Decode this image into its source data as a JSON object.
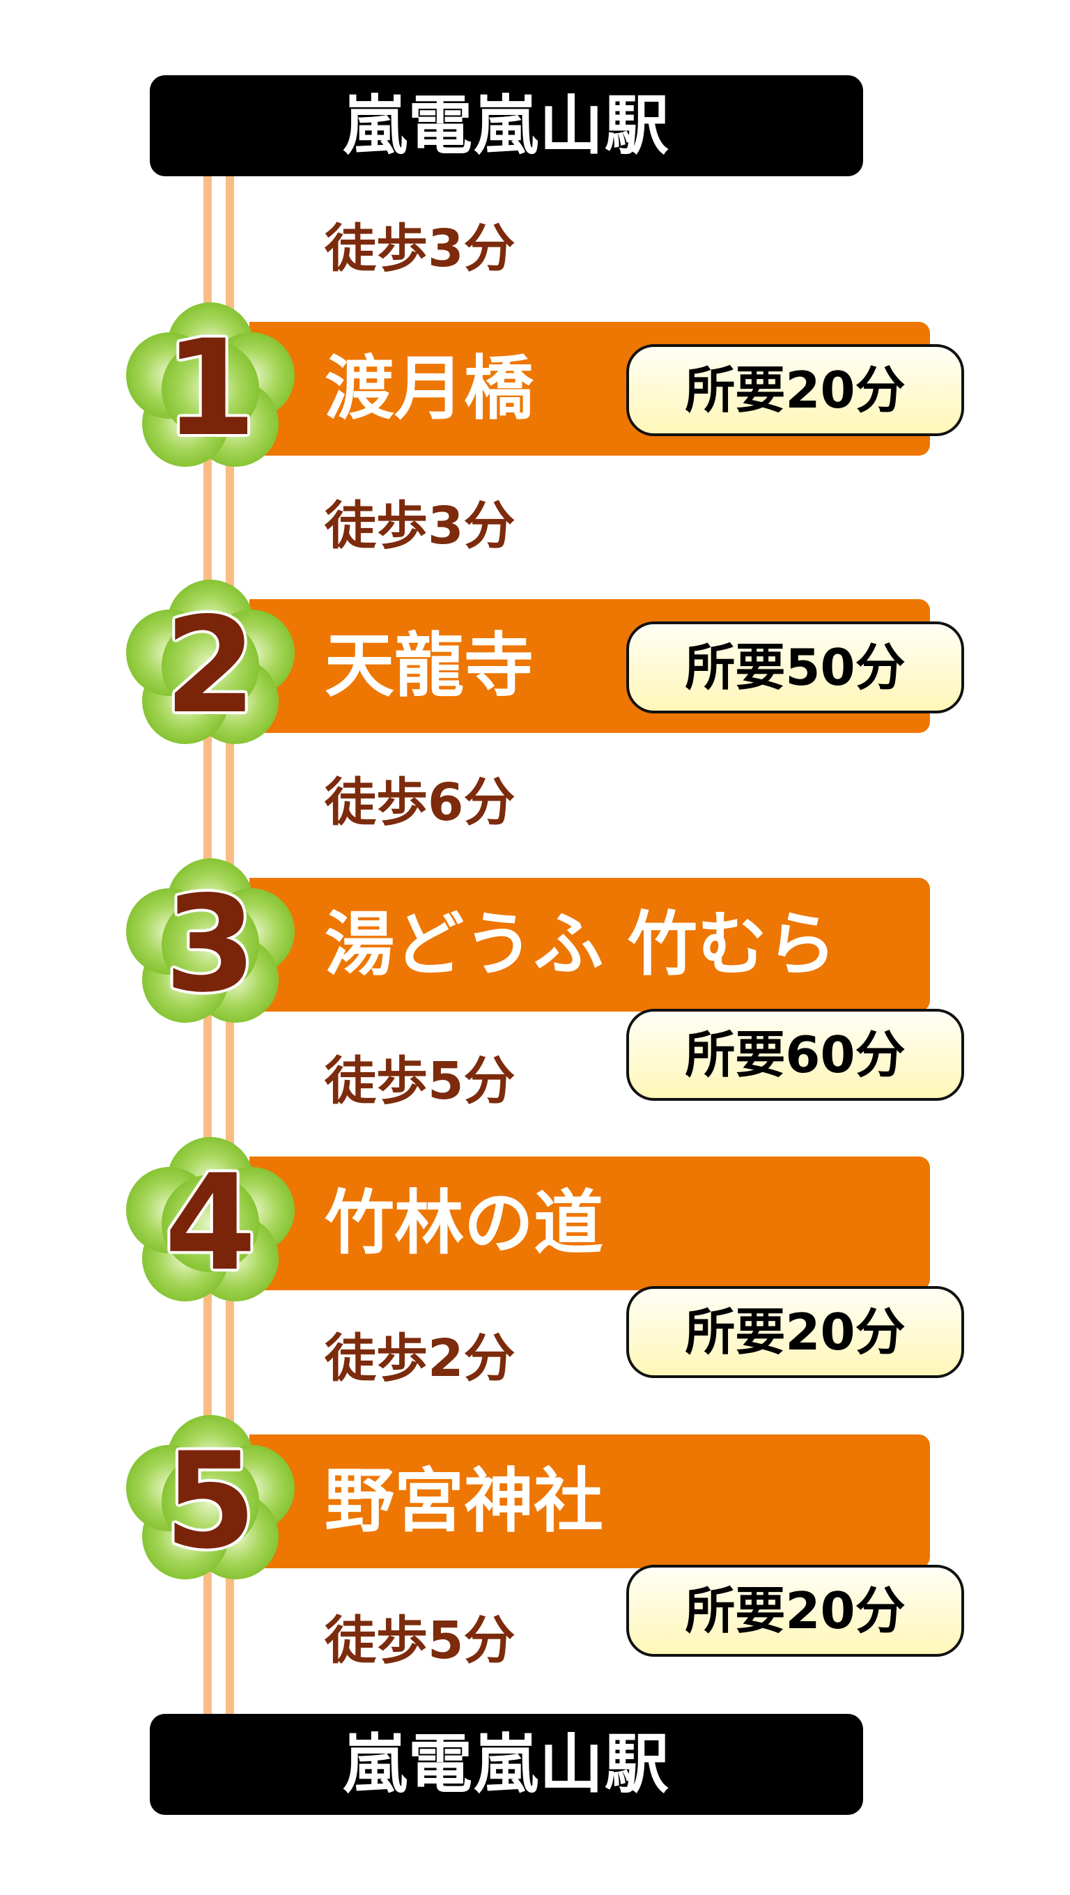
{
  "start_station": "嵐電嵐山駅",
  "end_station": "嵐電嵐山駅",
  "walks": [
    "徒歩3分",
    "徒歩3分",
    "徒歩6分",
    "徒歩5分",
    "徒歩2分",
    "徒歩5分"
  ],
  "stops": [
    {
      "number": "1",
      "name": "渡月橋",
      "duration": "所要20分"
    },
    {
      "number": "2",
      "name": "天龍寺",
      "duration": "所要50分"
    },
    {
      "number": "3",
      "name": "湯どうふ 竹むら",
      "duration": "所要60分"
    },
    {
      "number": "4",
      "name": "竹林の道",
      "duration": "所要20分"
    },
    {
      "number": "5",
      "name": "野宮神社",
      "duration": "所要20分"
    }
  ],
  "colors": {
    "bar": "#ee7602",
    "rail": "#f9bd84",
    "walk_text": "#7c2b0c",
    "flower": "#8cc63f",
    "number": "#7a240a"
  }
}
